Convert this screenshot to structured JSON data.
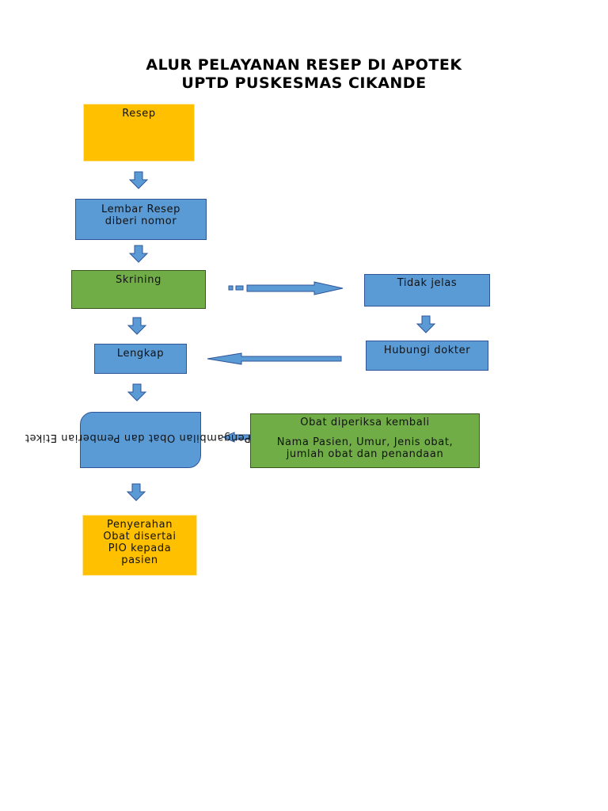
{
  "title": {
    "line1": "ALUR PELAYANAN RESEP DI APOTEK",
    "line2": "UPTD PUSKESMAS CIKANDE"
  },
  "nodes": {
    "resep": "Resep",
    "lembar_resep_1": "Lembar Resep",
    "lembar_resep_2": "diberi nomor",
    "skrining": "Skrining",
    "tidak_jelas": "Tidak jelas",
    "hubungi_dokter": "Hubungi dokter",
    "lengkap": "Lengkap",
    "pengambilan": "Pengambilan Obat dan Pemberian Etiket",
    "obat_diperiksa_title": "Obat diperiksa kembali",
    "obat_diperiksa_line1": "Nama Pasien, Umur, Jenis obat,",
    "obat_diperiksa_line2": "jumlah obat dan penandaan",
    "penyerahan_1": "Penyerahan",
    "penyerahan_2": "Obat disertai",
    "penyerahan_3": "PIO kepada",
    "penyerahan_4": "pasien"
  },
  "colors": {
    "yellow": "#ffc000",
    "blue": "#5b9bd5",
    "green": "#70ad47"
  }
}
